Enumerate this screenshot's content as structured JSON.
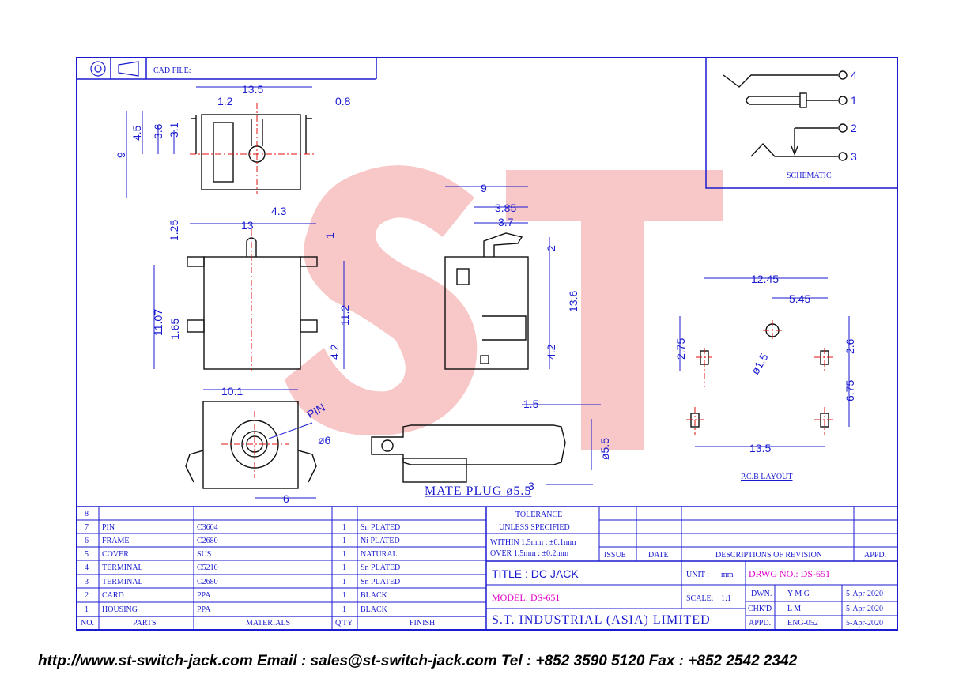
{
  "header": {
    "cad_label": "CAD FILE:"
  },
  "dimensions": {
    "top_view": [
      "13.5",
      "1.2",
      "0.8",
      "4.5",
      "3.6",
      "3.1",
      "9",
      "4.3"
    ],
    "front_view": [
      "13",
      "1.25",
      "1",
      "11.07",
      "11.2",
      "1.65",
      "4.2"
    ],
    "side_view": [
      "9",
      "3.85",
      "3.7",
      "2",
      "13.6",
      "4.2"
    ],
    "bottom_view": [
      "10.1",
      "PIN",
      "ø6",
      "6"
    ],
    "plug_view": [
      "1.5",
      "ø5.5",
      "3"
    ],
    "pcb": [
      "12.45",
      "5.45",
      "2.75",
      "2.6",
      "ø1.5",
      "6.75",
      "13.5"
    ]
  },
  "labels": {
    "mate_plug": "MATE PLUG ø5.5",
    "pcb_layout": "P.C.B LAYOUT",
    "schematic": "SCHEMATIC",
    "schematic_pins": [
      "4",
      "1",
      "2",
      "3"
    ],
    "watermark": "ST"
  },
  "bom": {
    "headers": {
      "no": "NO.",
      "parts": "PARTS",
      "materials": "MATERIALS",
      "qty": "Q'TY",
      "finish": "FINISH"
    },
    "rows": [
      {
        "no": "8",
        "part": "",
        "material": "",
        "qty": "",
        "finish": ""
      },
      {
        "no": "7",
        "part": "PIN",
        "material": "C3604",
        "qty": "1",
        "finish": "Sn PLATED"
      },
      {
        "no": "6",
        "part": "FRAME",
        "material": "C2680",
        "qty": "1",
        "finish": "Ni PLATED"
      },
      {
        "no": "5",
        "part": "COVER",
        "material": "SUS",
        "qty": "1",
        "finish": "NATURAL"
      },
      {
        "no": "4",
        "part": "TERMINAL",
        "material": "C5210",
        "qty": "1",
        "finish": "Sn PLATED"
      },
      {
        "no": "3",
        "part": "TERMINAL",
        "material": "C2680",
        "qty": "1",
        "finish": "Sn PLATED"
      },
      {
        "no": "2",
        "part": "CARD",
        "material": "PPA",
        "qty": "1",
        "finish": "BLACK"
      },
      {
        "no": "1",
        "part": "HOUSING",
        "material": "PPA",
        "qty": "1",
        "finish": "BLACK"
      }
    ]
  },
  "tolerance": {
    "title": "TOLERANCE",
    "subtitle": "UNLESS SPECIFIED",
    "within": "WITHIN 1.5mm : ±0.1mm",
    "over": "OVER 1.5mm : ±0.2mm"
  },
  "revision": {
    "issue": "ISSUE",
    "date": "DATE",
    "description": "DESCRIPTIONS OF REVISION",
    "appd": "APPD."
  },
  "title_block": {
    "title": "TITLE : DC JACK",
    "model": "MODEL: DS-651",
    "company": "S.T. INDUSTRIAL (ASIA) LIMITED",
    "unit_label": "UNIT :",
    "unit_value": "mm",
    "scale_label": "SCALE:",
    "scale_value": "1:1",
    "drawing_no": "DRWG NO.: DS-651",
    "dwn_label": "DWN.",
    "dwn_value": "Y M G",
    "dwn_date": "5-Apr-2020",
    "chkd_label": "CHK'D",
    "chkd_value": "L M",
    "chkd_date": "5-Apr-2020",
    "appd_label": "APPD.",
    "appd_value": "ENG-052",
    "appd_date": "5-Apr-2020"
  },
  "footer": "http://www.st-switch-jack.com  Email : sales@st-switch-jack.com  Tel : +852 3590 5120  Fax : +852 2542 2342"
}
